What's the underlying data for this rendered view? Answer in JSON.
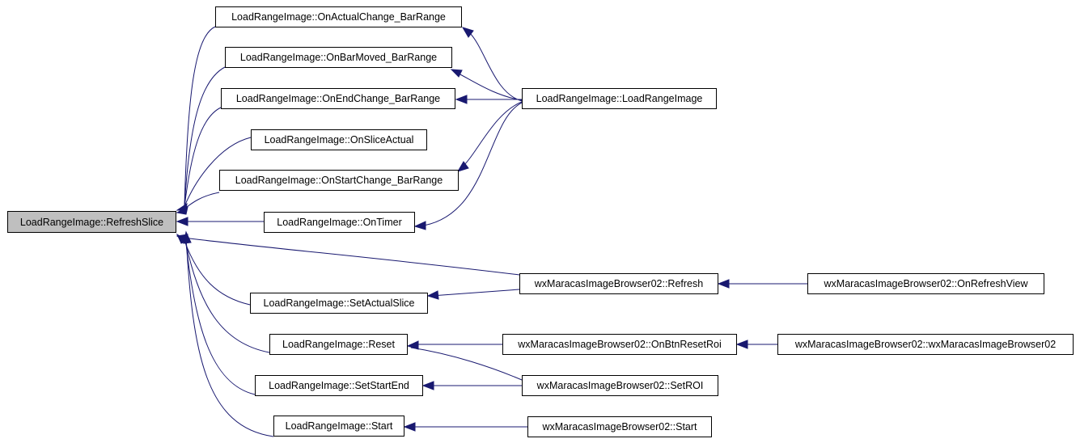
{
  "nodes": {
    "refresh_slice": "LoadRangeImage::RefreshSlice",
    "on_actual_change_bar_range": "LoadRangeImage::OnActualChange_BarRange",
    "on_bar_moved_bar_range": "LoadRangeImage::OnBarMoved_BarRange",
    "on_end_change_bar_range": "LoadRangeImage::OnEndChange_BarRange",
    "on_slice_actual": "LoadRangeImage::OnSliceActual",
    "on_start_change_bar_range": "LoadRangeImage::OnStartChange_BarRange",
    "on_timer": "LoadRangeImage::OnTimer",
    "load_range_image": "LoadRangeImage::LoadRangeImage",
    "set_actual_slice": "LoadRangeImage::SetActualSlice",
    "reset": "LoadRangeImage::Reset",
    "set_start_end": "LoadRangeImage::SetStartEnd",
    "start": "LoadRangeImage::Start",
    "browser_refresh": "wxMaracasImageBrowser02::Refresh",
    "browser_on_refresh_view": "wxMaracasImageBrowser02::OnRefreshView",
    "browser_on_btn_reset_roi": "wxMaracasImageBrowser02::OnBtnResetRoi",
    "browser_ctor": "wxMaracasImageBrowser02::wxMaracasImageBrowser02",
    "browser_set_roi": "wxMaracasImageBrowser02::SetROI",
    "browser_start": "wxMaracasImageBrowser02::Start"
  },
  "edges": [
    [
      "on_actual_change_bar_range",
      "refresh_slice"
    ],
    [
      "on_bar_moved_bar_range",
      "refresh_slice"
    ],
    [
      "on_end_change_bar_range",
      "refresh_slice"
    ],
    [
      "on_slice_actual",
      "refresh_slice"
    ],
    [
      "on_start_change_bar_range",
      "refresh_slice"
    ],
    [
      "on_timer",
      "refresh_slice"
    ],
    [
      "browser_refresh",
      "refresh_slice"
    ],
    [
      "set_actual_slice",
      "refresh_slice"
    ],
    [
      "reset",
      "refresh_slice"
    ],
    [
      "set_start_end",
      "refresh_slice"
    ],
    [
      "start",
      "refresh_slice"
    ],
    [
      "load_range_image",
      "on_actual_change_bar_range"
    ],
    [
      "load_range_image",
      "on_bar_moved_bar_range"
    ],
    [
      "load_range_image",
      "on_end_change_bar_range"
    ],
    [
      "load_range_image",
      "on_start_change_bar_range"
    ],
    [
      "load_range_image",
      "on_timer"
    ],
    [
      "browser_refresh",
      "set_actual_slice"
    ],
    [
      "browser_on_refresh_view",
      "browser_refresh"
    ],
    [
      "browser_on_btn_reset_roi",
      "reset"
    ],
    [
      "browser_set_roi",
      "reset"
    ],
    [
      "browser_ctor",
      "browser_on_btn_reset_roi"
    ],
    [
      "browser_set_roi",
      "set_start_end"
    ],
    [
      "browser_start",
      "start"
    ]
  ],
  "colors": {
    "edge": "#191970",
    "root_fill": "#bfbfbf",
    "node_border": "#000000",
    "background": "#ffffff"
  }
}
